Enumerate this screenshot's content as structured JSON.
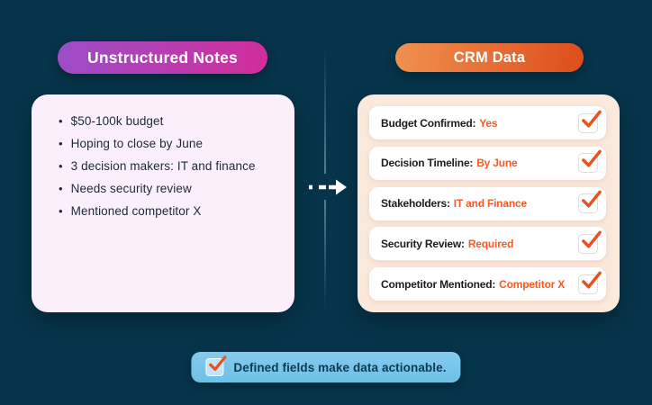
{
  "left_panel": {
    "title": "Unstructured Notes",
    "notes": [
      "$50-100k budget",
      "Hoping to close by June",
      "3 decision makers: IT and finance",
      "Needs security review",
      "Mentioned competitor X"
    ]
  },
  "right_panel": {
    "title": "CRM Data",
    "fields": [
      {
        "label": "Budget Confirmed:",
        "value": "Yes",
        "checked": true
      },
      {
        "label": "Decision Timeline:",
        "value": "By June",
        "checked": true
      },
      {
        "label": "Stakeholders:",
        "value": "IT and Finance",
        "checked": true
      },
      {
        "label": "Security Review:",
        "value": "Required",
        "checked": true
      },
      {
        "label": "Competitor Mentioned:",
        "value": "Competitor X",
        "checked": true
      }
    ]
  },
  "connector": {
    "icon": "dashed-right-arrow-icon"
  },
  "footer": {
    "icon": "checked-checkbox-icon",
    "caption": "Defined fields make data actionable."
  },
  "colors": {
    "background": "#06344a",
    "left_pill_gradient": [
      "#9b4ec7",
      "#d22d9b"
    ],
    "right_pill_gradient": [
      "#f0914f",
      "#dd4d1b"
    ],
    "left_card_bg": "#faeffb",
    "right_card_bg": "#fbe9dc",
    "row_bg": "#ffffff",
    "note_text": "#1e2a36",
    "field_label_text": "#1a1c20",
    "field_value_orange": "#f75a24",
    "check_orange": "#e8521e",
    "badge_bg": "#79c7ea",
    "badge_text": "#0e3a50",
    "arrow": "#ffffff"
  }
}
